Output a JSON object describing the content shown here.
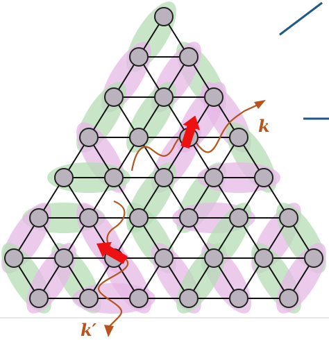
{
  "diagram": {
    "labels": {
      "outgoing_momentum": "k",
      "incoming_momentum": "k′"
    },
    "colors": {
      "site_fill": "#bab3bd",
      "site_stroke": "#222222",
      "bond": "#111111",
      "ellipse_pink": "#e6b8e6",
      "ellipse_green": "#b6dcb6",
      "photon": "#b5541c",
      "spin_arrow": "#ee1111",
      "accent_line": "#1e5a82"
    },
    "icons": {
      "site": "circle",
      "spin": "arrow-icon",
      "photon": "wavy-arrow-icon"
    }
  }
}
